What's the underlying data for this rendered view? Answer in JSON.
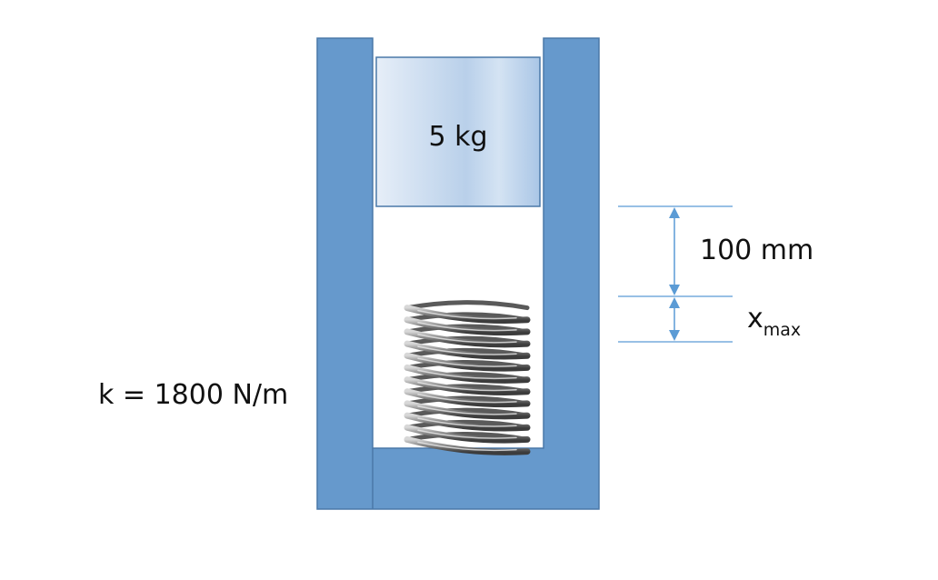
{
  "mass_label": "5 kg",
  "spring_label": "k = 1800 N/m",
  "drop_label": "100 mm",
  "compression_label": {
    "base": "x",
    "sub": "max"
  },
  "colors": {
    "container": "#6699cc",
    "container_stroke": "#4a78a8",
    "block_light": "#dce8f5",
    "block_mid": "#b7cfe8",
    "block_stroke": "#4a78a8",
    "dimension": "#5b9bd5",
    "spring": "#8a8a8a"
  }
}
